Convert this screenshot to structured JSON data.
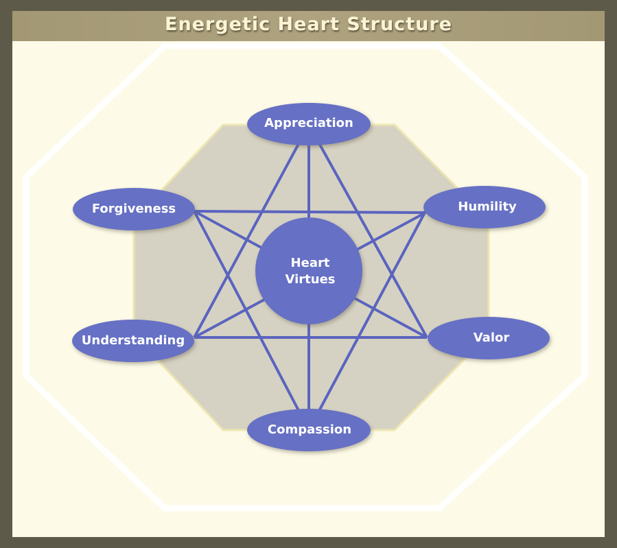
{
  "title": "Energetic Heart Structure",
  "center": {
    "line1": "Heart",
    "line2": "Virtues"
  },
  "nodes": {
    "appreciation": "Appreciation",
    "forgiveness": "Forgiveness",
    "humility": "Humility",
    "understanding": "Understanding",
    "valor": "Valor",
    "compassion": "Compassion"
  },
  "colors": {
    "node": "#6670c4",
    "line": "#5a64bf",
    "octagon": "#d6d2c3",
    "background": "#fdfae8"
  }
}
